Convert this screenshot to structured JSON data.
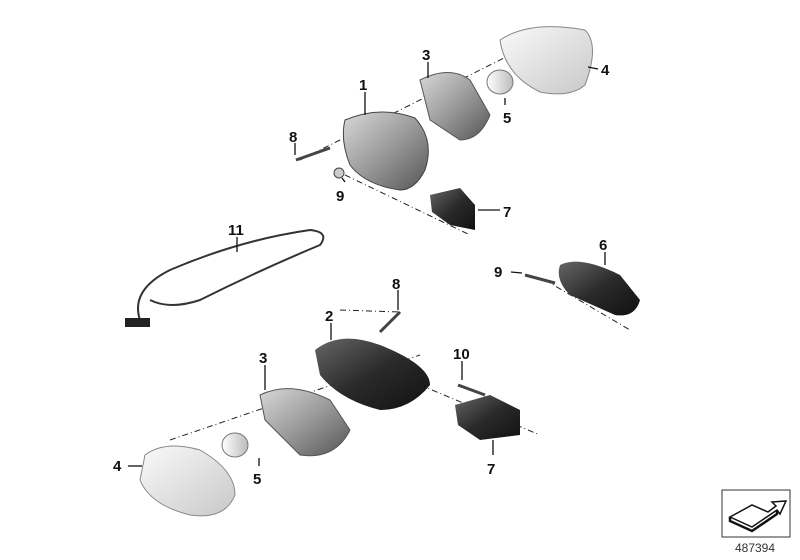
{
  "diagram": {
    "labels": [
      {
        "id": "1",
        "text": "1"
      },
      {
        "id": "3a",
        "text": "3"
      },
      {
        "id": "4a",
        "text": "4"
      },
      {
        "id": "5a",
        "text": "5"
      },
      {
        "id": "8a",
        "text": "8"
      },
      {
        "id": "9a",
        "text": "9"
      },
      {
        "id": "7a",
        "text": "7"
      },
      {
        "id": "11",
        "text": "11"
      },
      {
        "id": "6",
        "text": "6"
      },
      {
        "id": "9b",
        "text": "9"
      },
      {
        "id": "8b",
        "text": "8"
      },
      {
        "id": "2",
        "text": "2"
      },
      {
        "id": "3b",
        "text": "3"
      },
      {
        "id": "10",
        "text": "10"
      },
      {
        "id": "4b",
        "text": "4"
      },
      {
        "id": "5b",
        "text": "5"
      },
      {
        "id": "7b",
        "text": "7"
      }
    ],
    "reference_number": "487394",
    "reference_icon": "3d-arrow-icon"
  }
}
